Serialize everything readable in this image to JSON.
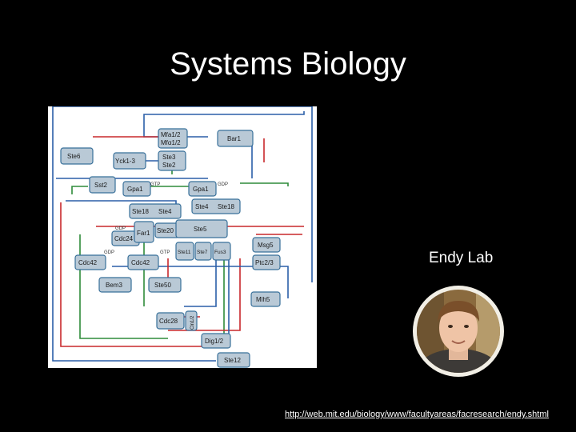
{
  "slide": {
    "title": "Systems Biology",
    "caption": "Endy Lab",
    "url": "http://web.mit.edu/biology/www/facultyareas/facresearch/endy.shtml"
  },
  "diagram": {
    "labels": {
      "mfa": "Mfa1/2",
      "mfa2": "Mfα1/2",
      "bar1": "Bar1",
      "ste6": "Ste6",
      "yck": "Yck1-3",
      "ste3": "Ste3",
      "ste2": "Ste2",
      "sst2": "Sst2",
      "gpa1a": "Gpa1",
      "gpa1b": "Gpa1",
      "ste4": "Ste4",
      "ste18": "Ste18",
      "ste4b": "Ste4",
      "ste18b": "Ste18",
      "cdc24": "Cdc24",
      "far1": "Far1",
      "ste20": "Ste20",
      "ste5": "Ste5",
      "cdc42a": "Cdc42",
      "cdc42b": "Cdc42",
      "ste11": "Ste11",
      "ste7": "Ste7",
      "fus3": "Fus3",
      "msg5": "Msg5",
      "ptc": "Ptc2/3",
      "bem3": "Bem3",
      "ste50": "Ste50",
      "mlh": "Mlh5",
      "cdc28": "Cdc28",
      "cln": "Cln1/2",
      "dig": "Dig1/2",
      "ste12": "Ste12",
      "gtp": "GTP",
      "gdp1": "GDP",
      "gdp2": "GDP",
      "gdp3": "GDP",
      "gtp2": "GTP"
    }
  },
  "colors": {
    "blue": "#2b5fa8",
    "red": "#c8282c",
    "green": "#2e8b3a",
    "teal": "#1f7a78"
  }
}
